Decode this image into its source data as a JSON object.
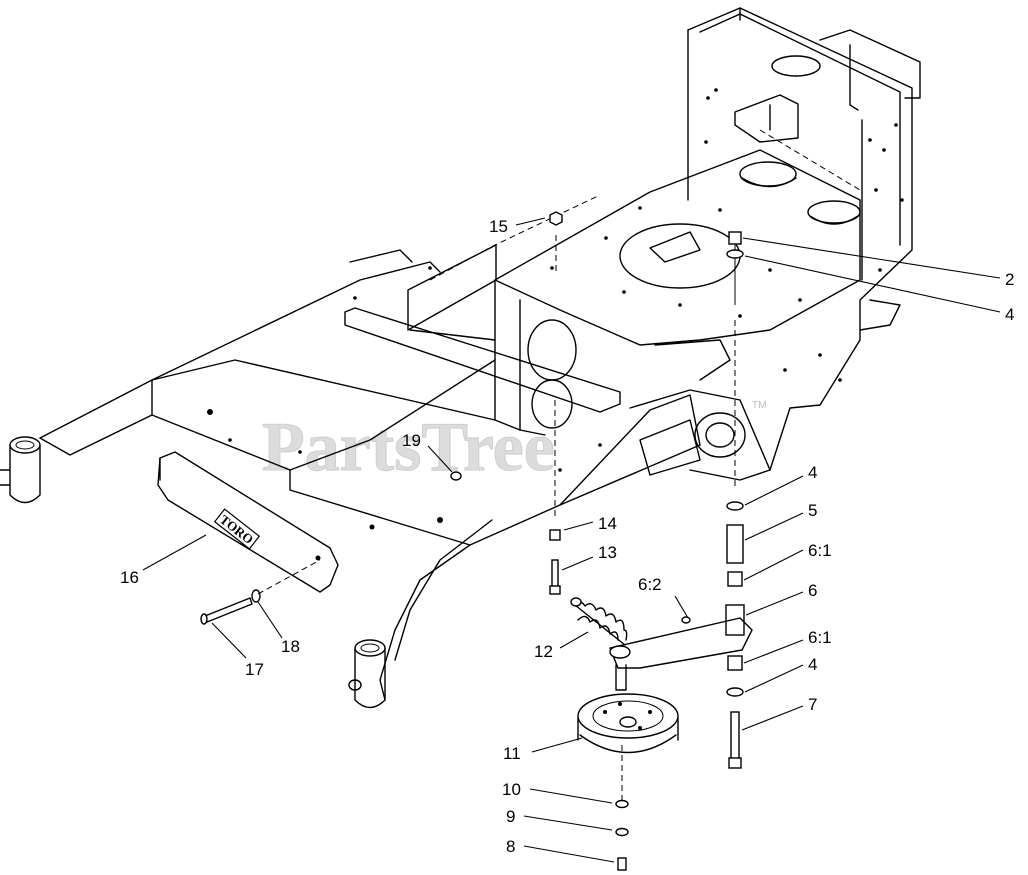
{
  "watermark": {
    "text": "PartsTree",
    "tm": "TM"
  },
  "plate_brand": "TORO",
  "callouts": {
    "c2": "2",
    "c4a": "4",
    "c4b": "4",
    "c4c": "4",
    "c5": "5",
    "c6": "6",
    "c6_1a": "6:1",
    "c6_1b": "6:1",
    "c6_2": "6:2",
    "c7": "7",
    "c8": "8",
    "c9": "9",
    "c10": "10",
    "c11": "11",
    "c12": "12",
    "c13": "13",
    "c14": "14",
    "c15": "15",
    "c16": "16",
    "c17": "17",
    "c18": "18",
    "c19": "19"
  }
}
